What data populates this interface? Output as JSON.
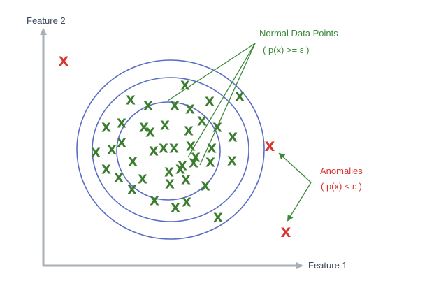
{
  "colors": {
    "axis": "#a8afb5",
    "axis_text": "#3a4a5a",
    "circle": "#5a6dc4",
    "normal": "#3b7d2e",
    "normal_text": "#3b8a3a",
    "anomaly": "#d8342f",
    "anomaly_text": "#d8342f",
    "arrow_green": "#3b8a3a"
  },
  "axes": {
    "x_label": "Feature 1",
    "y_label": "Feature 2"
  },
  "annotations": {
    "normal_title": "Normal Data Points",
    "normal_condition": "( p(x) >= ε )",
    "anomaly_title": "Anomalies",
    "anomaly_condition": "( p(x) < ε )"
  },
  "marker_glyph": "X",
  "legend_meaning": {
    "normal_marker_color": "green",
    "anomaly_marker_color": "red"
  }
}
